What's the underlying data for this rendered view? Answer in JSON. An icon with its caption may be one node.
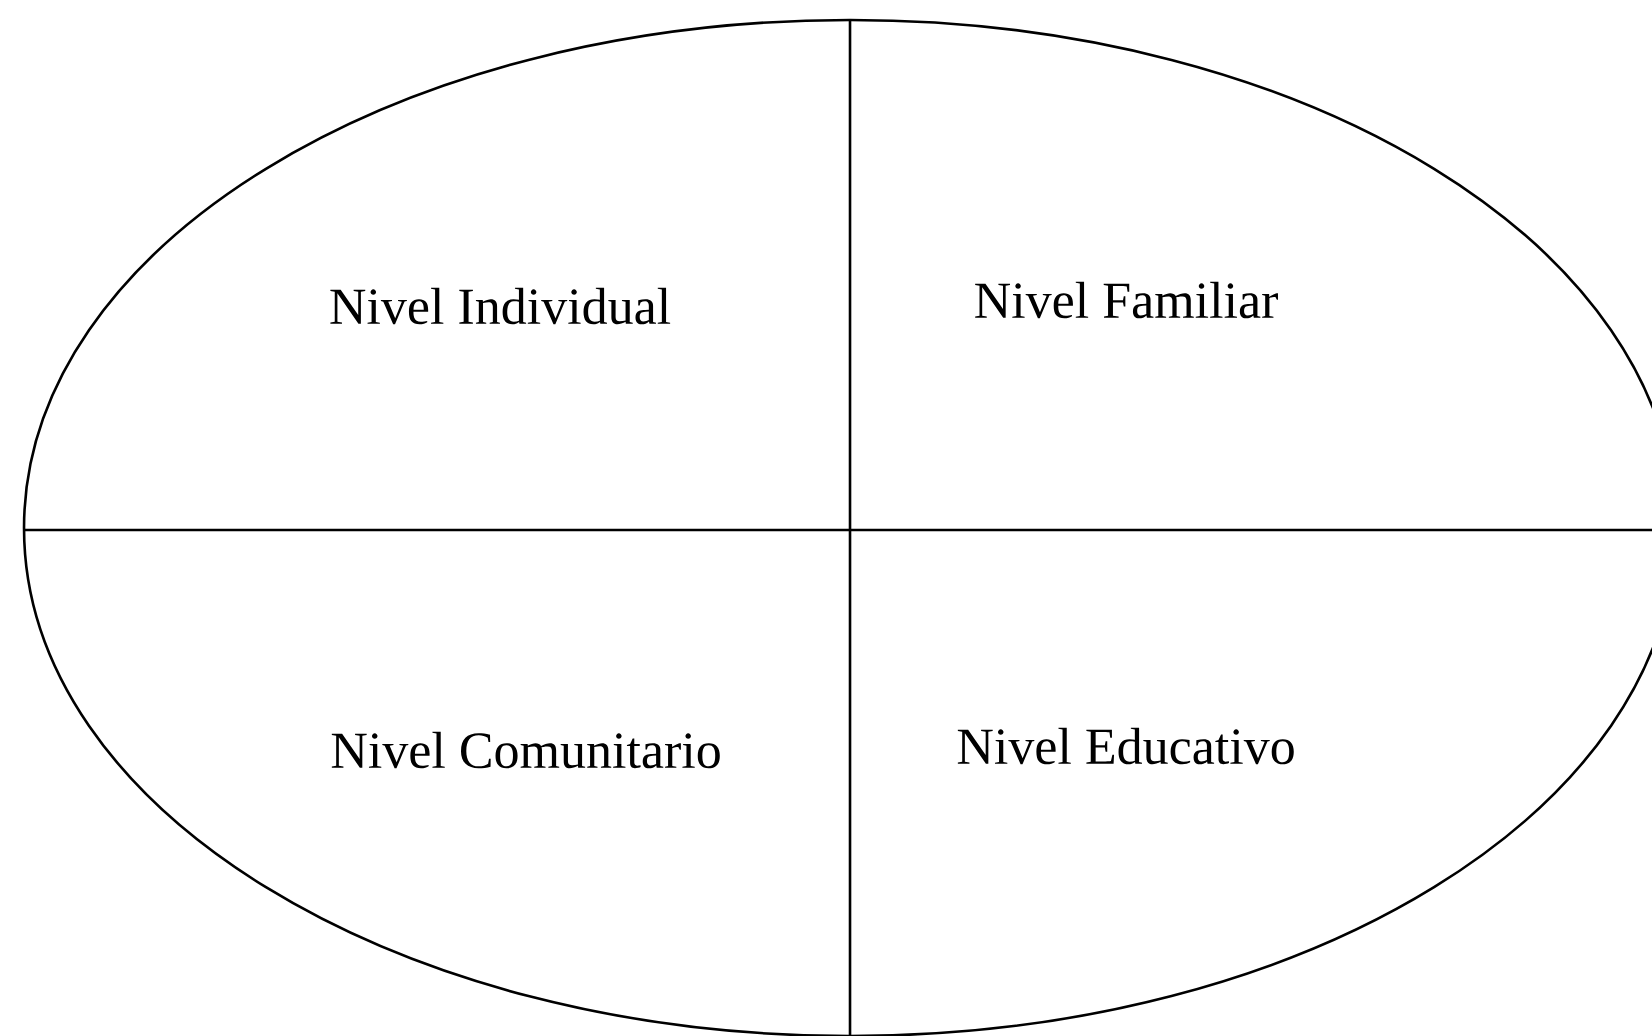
{
  "diagram": {
    "nodes": [
      {
        "text": [],
        "shape": "ellipse"
      },
      {
        "text": [
          "Nivel Individual"
        ],
        "in": 0
      },
      {
        "text": [
          "Nivel Familiar"
        ],
        "in": 0
      },
      {
        "text": [
          "Nivel Comunitario"
        ],
        "in": 0
      },
      {
        "text": [
          "Nivel Educativo"
        ],
        "in": 0
      }
    ]
  }
}
